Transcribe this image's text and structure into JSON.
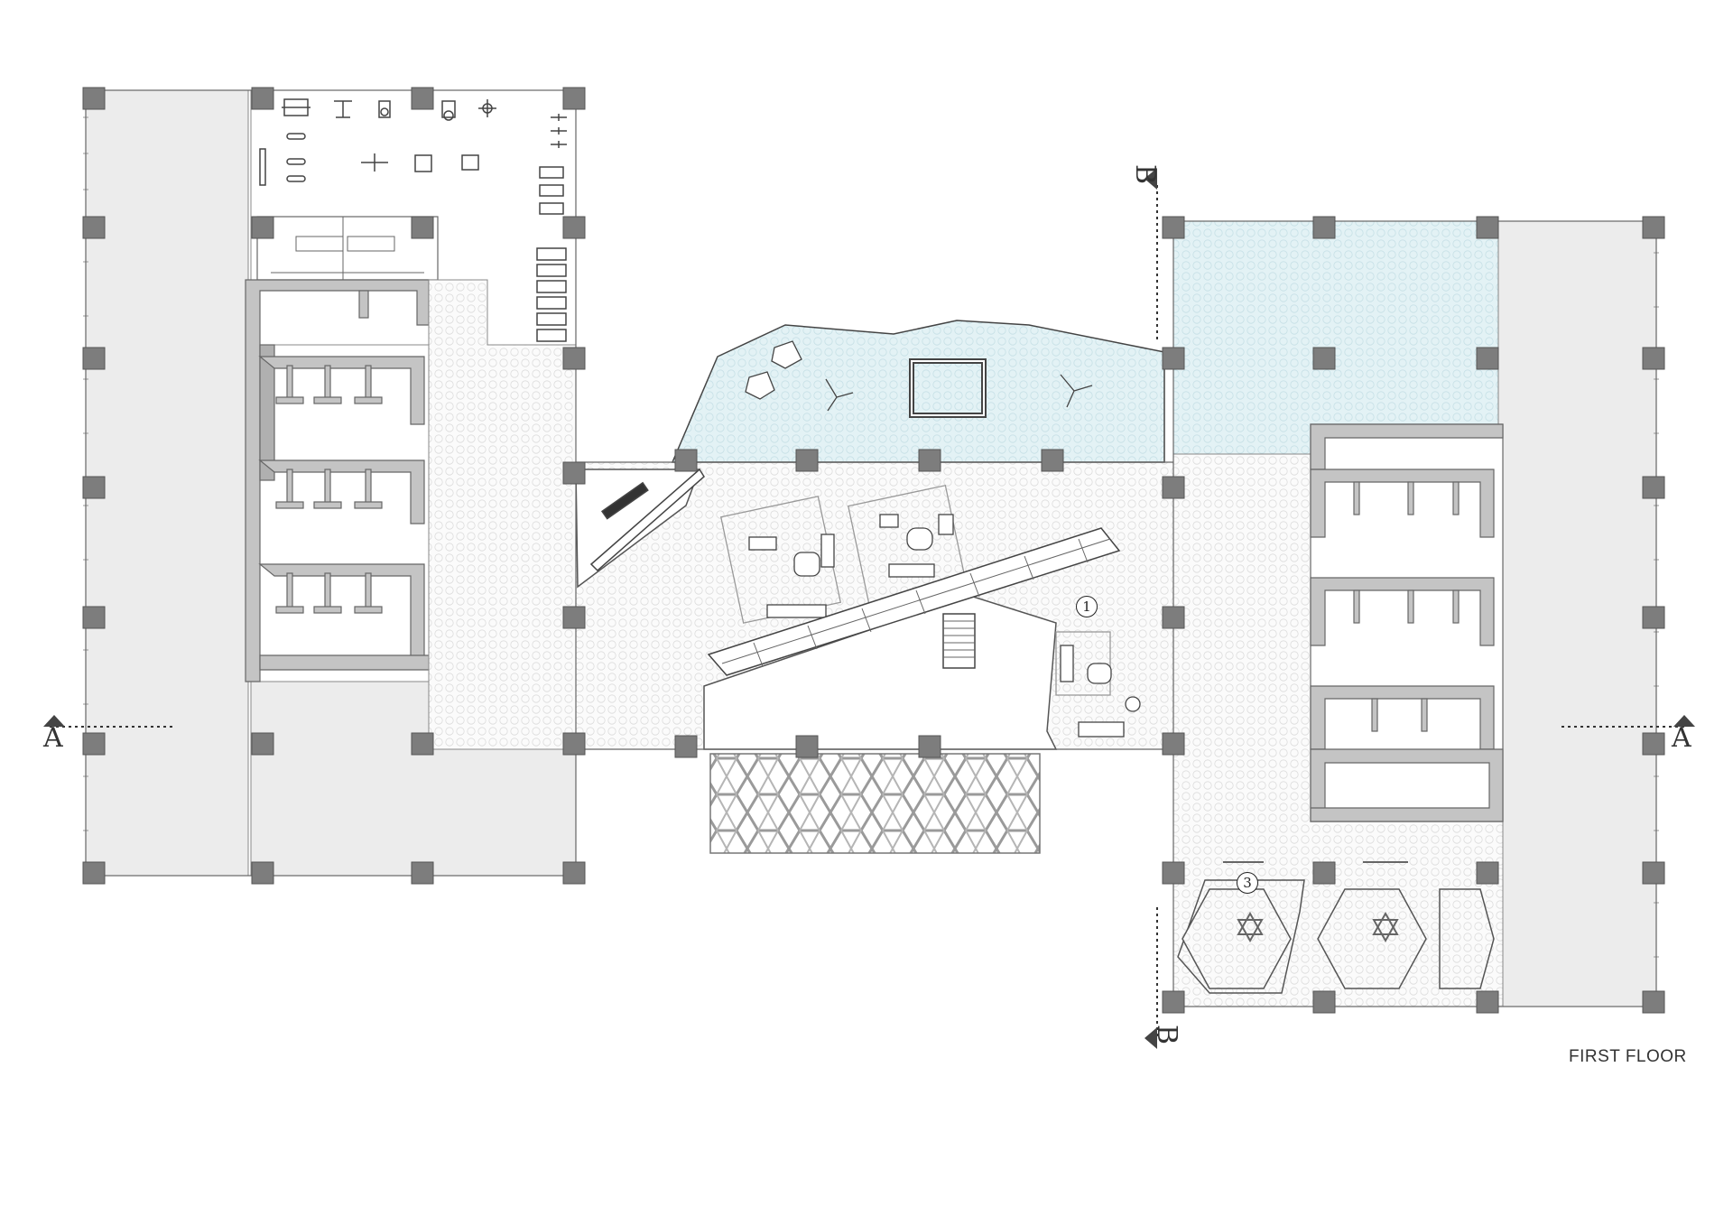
{
  "drawing": {
    "title": "FIRST FLOOR",
    "section_a": {
      "left_label": "A",
      "right_label": "A"
    },
    "section_b": {
      "top_label": "B",
      "bottom_label": "B"
    },
    "markers": {
      "marker_1": "1",
      "marker_3": "3"
    }
  },
  "colors": {
    "column": "#7d7d7d",
    "wall": "#c4c4c4",
    "gray_zone": "#ececec",
    "pool_water": "#e2f1f4",
    "line": "#555555"
  }
}
